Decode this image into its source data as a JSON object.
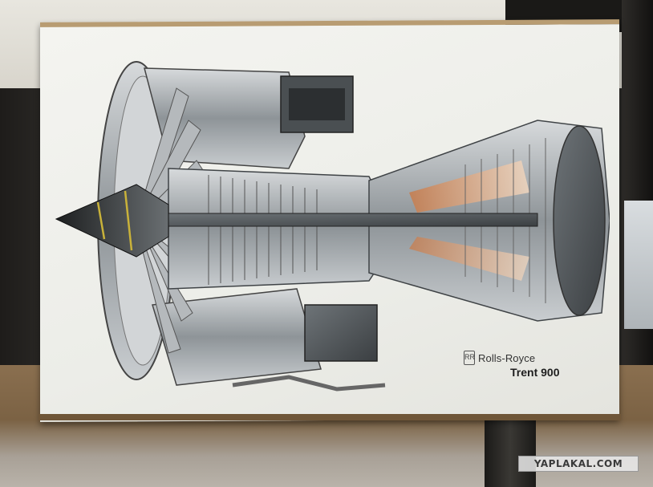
{
  "poster": {
    "brand_name": "Rolls-Royce",
    "brand_logo_letters": "RR",
    "model_name": "Trent 900"
  },
  "watermark": {
    "text": "YAPLAKAL.COM"
  },
  "colors": {
    "board": "#f0f0eb",
    "engine_metal": "#9ea3a6",
    "hot_section": "#d08a5a",
    "floor": "#7b6244"
  }
}
